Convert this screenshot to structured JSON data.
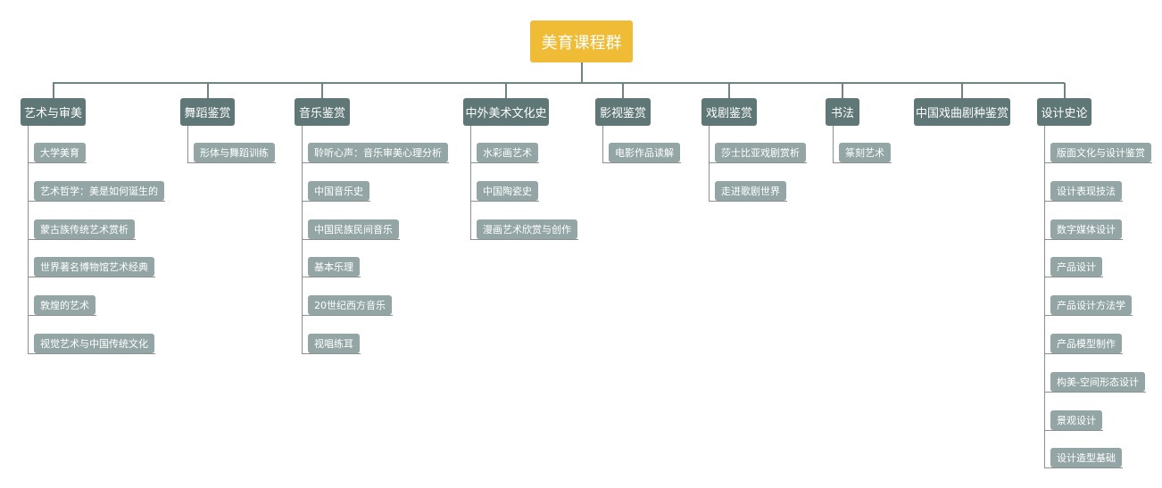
{
  "root": {
    "label": "美育课程群"
  },
  "branches": [
    {
      "label": "艺术与审美",
      "children": [
        "大学美育",
        "艺术哲学：美是如何诞生的",
        "蒙古族传统艺术赏析",
        "世界著名博物馆艺术经典",
        "敦煌的艺术",
        "视觉艺术与中国传统文化"
      ]
    },
    {
      "label": "舞蹈鉴赏",
      "children": [
        "形体与舞蹈训练"
      ]
    },
    {
      "label": "音乐鉴赏",
      "children": [
        "聆听心声：音乐审美心理分析",
        "中国音乐史",
        "中国民族民间音乐",
        "基本乐理",
        "20世纪西方音乐",
        "视唱练耳"
      ]
    },
    {
      "label": "中外美术文化史",
      "children": [
        "水彩画艺术",
        "中国陶瓷史",
        "漫画艺术欣赏与创作"
      ]
    },
    {
      "label": "影视鉴赏",
      "children": [
        "电影作品读解"
      ]
    },
    {
      "label": "戏剧鉴赏",
      "children": [
        "莎士比亚戏剧赏析",
        "走进歌剧世界"
      ]
    },
    {
      "label": "书法",
      "children": [
        "篆刻艺术"
      ]
    },
    {
      "label": "中国戏曲剧种鉴赏",
      "children": []
    },
    {
      "label": "设计史论",
      "children": [
        "版面文化与设计鉴赏",
        "设计表现技法",
        "数字媒体设计",
        "产品设计",
        "产品设计方法学",
        "产品模型制作",
        "构美-空间形态设计",
        "景观设计",
        "设计造型基础"
      ]
    }
  ],
  "colors": {
    "root": "#f0bb35",
    "branch": "#5f7776",
    "leaf": "#93a6a5",
    "line": "#6f8584"
  }
}
